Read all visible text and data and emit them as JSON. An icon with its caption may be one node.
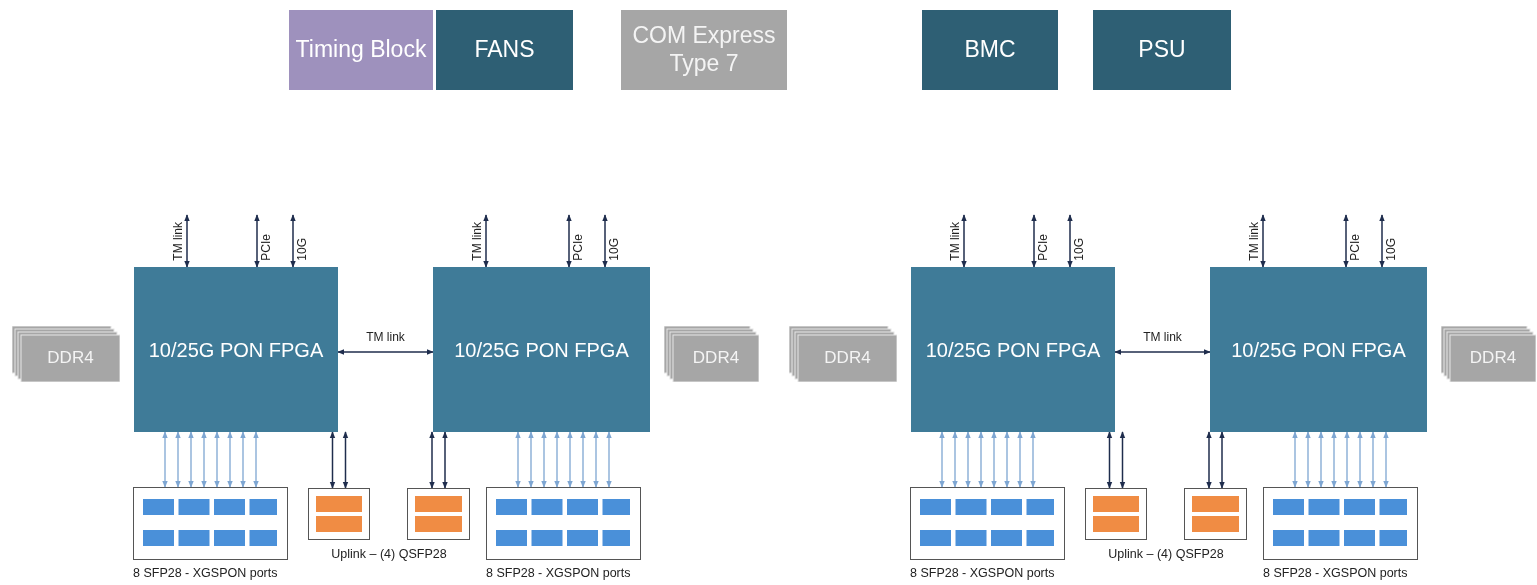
{
  "diagram": {
    "nodes": [
      {
        "text": [
          "Timing Block"
        ]
      },
      {
        "text": [
          "FANS"
        ]
      },
      {
        "text": [
          "COM Express Type 7"
        ]
      },
      {
        "text": [
          "BMC"
        ]
      },
      {
        "text": [
          "PSU"
        ]
      },
      {
        "text": [
          "DDR4"
        ]
      },
      {
        "text": [
          "10/25G PON FPGA"
        ]
      },
      {
        "text": [
          "10/25G PON FPGA"
        ]
      },
      {
        "text": [
          "DDR4"
        ]
      },
      {
        "text": [],
        "shape": "box",
        "beside": [
          "8 SFP28 - XGSPON ports"
        ]
      },
      {
        "text": [],
        "shape": "box"
      },
      {
        "text": [],
        "shape": "box"
      },
      {
        "text": [],
        "shape": "box",
        "beside": [
          "8 SFP28 - XGSPON ports"
        ]
      },
      {
        "text": [
          "DDR4"
        ]
      },
      {
        "text": [
          "10/25G PON FPGA"
        ]
      },
      {
        "text": [
          "10/25G PON FPGA"
        ]
      },
      {
        "text": [
          "DDR4"
        ]
      },
      {
        "text": [],
        "shape": "box",
        "beside": [
          "8 SFP28 - XGSPON ports"
        ]
      },
      {
        "text": [],
        "shape": "box"
      },
      {
        "text": [],
        "shape": "box"
      },
      {
        "text": [],
        "shape": "box",
        "beside": [
          "8 SFP28 - XGSPON ports"
        ]
      }
    ],
    "edges": [
      {
        "from": null,
        "to": 6,
        "arrow": "both",
        "label": "TM link",
        "color": "#1f2d4d"
      },
      {
        "from": null,
        "to": 6,
        "arrow": "both",
        "label": "PCIe",
        "color": "#1f2d4d"
      },
      {
        "from": null,
        "to": 6,
        "arrow": "both",
        "label": "10G",
        "color": "#1f2d4d"
      },
      {
        "from": null,
        "to": 7,
        "arrow": "both",
        "label": "TM link",
        "color": "#1f2d4d"
      },
      {
        "from": null,
        "to": 7,
        "arrow": "both",
        "label": "PCIe",
        "color": "#1f2d4d"
      },
      {
        "from": null,
        "to": 7,
        "arrow": "both",
        "label": "10G",
        "color": "#1f2d4d"
      },
      {
        "from": 6,
        "to": 7,
        "arrow": "both",
        "label": "TM link",
        "color": "#1f2d4d"
      },
      {
        "from": 6,
        "to": 9,
        "arrow": "both"
      },
      {
        "from": 6,
        "to": 9,
        "arrow": "both"
      },
      {
        "from": 6,
        "to": 9,
        "arrow": "both"
      },
      {
        "from": 6,
        "to": 9,
        "arrow": "both"
      },
      {
        "from": 6,
        "to": 9,
        "arrow": "both"
      },
      {
        "from": 6,
        "to": 9,
        "arrow": "both"
      },
      {
        "from": 6,
        "to": 9,
        "arrow": "both"
      },
      {
        "from": 6,
        "to": 9,
        "arrow": "both"
      },
      {
        "from": 6,
        "to": 10,
        "arrow": "both",
        "color": "#1f2d4d"
      },
      {
        "from": 6,
        "to": 10,
        "arrow": "both",
        "color": "#1f2d4d"
      },
      {
        "from": 7,
        "to": 11,
        "arrow": "both",
        "color": "#1f2d4d"
      },
      {
        "from": 7,
        "to": 11,
        "arrow": "both",
        "color": "#1f2d4d"
      },
      {
        "from": 7,
        "to": 12,
        "arrow": "both"
      },
      {
        "from": 7,
        "to": 12,
        "arrow": "both"
      },
      {
        "from": 7,
        "to": 12,
        "arrow": "both"
      },
      {
        "from": 7,
        "to": 12,
        "arrow": "both"
      },
      {
        "from": 7,
        "to": 12,
        "arrow": "both"
      },
      {
        "from": 7,
        "to": 12,
        "arrow": "both"
      },
      {
        "from": 7,
        "to": 12,
        "arrow": "both"
      },
      {
        "from": 7,
        "to": 12,
        "arrow": "both"
      },
      {
        "from": null,
        "to": 14,
        "arrow": "both",
        "label": "TM link",
        "color": "#1f2d4d"
      },
      {
        "from": null,
        "to": 14,
        "arrow": "both",
        "label": "PCIe",
        "color": "#1f2d4d"
      },
      {
        "from": null,
        "to": 14,
        "arrow": "both",
        "label": "10G",
        "color": "#1f2d4d"
      },
      {
        "from": null,
        "to": 15,
        "arrow": "both",
        "label": "TM link",
        "color": "#1f2d4d"
      },
      {
        "from": null,
        "to": 15,
        "arrow": "both",
        "label": "PCIe",
        "color": "#1f2d4d"
      },
      {
        "from": null,
        "to": 15,
        "arrow": "both",
        "label": "10G",
        "color": "#1f2d4d"
      },
      {
        "from": 14,
        "to": 15,
        "arrow": "both",
        "label": "TM link",
        "color": "#1f2d4d"
      },
      {
        "from": 14,
        "to": 17,
        "arrow": "both"
      },
      {
        "from": 14,
        "to": 17,
        "arrow": "both"
      },
      {
        "from": 14,
        "to": 17,
        "arrow": "both"
      },
      {
        "from": 14,
        "to": 17,
        "arrow": "both"
      },
      {
        "from": 14,
        "to": 17,
        "arrow": "both"
      },
      {
        "from": 14,
        "to": 17,
        "arrow": "both"
      },
      {
        "from": 14,
        "to": 17,
        "arrow": "both"
      },
      {
        "from": 14,
        "to": 17,
        "arrow": "both"
      },
      {
        "from": 14,
        "to": 18,
        "arrow": "both",
        "color": "#1f2d4d"
      },
      {
        "from": 14,
        "to": 18,
        "arrow": "both",
        "color": "#1f2d4d"
      },
      {
        "from": 15,
        "to": 19,
        "arrow": "both",
        "color": "#1f2d4d"
      },
      {
        "from": 15,
        "to": 19,
        "arrow": "both",
        "color": "#1f2d4d"
      },
      {
        "from": 15,
        "to": 20,
        "arrow": "both"
      },
      {
        "from": 15,
        "to": 20,
        "arrow": "both"
      },
      {
        "from": 15,
        "to": 20,
        "arrow": "both"
      },
      {
        "from": 15,
        "to": 20,
        "arrow": "both"
      },
      {
        "from": 15,
        "to": 20,
        "arrow": "both"
      },
      {
        "from": 15,
        "to": 20,
        "arrow": "both"
      },
      {
        "from": 15,
        "to": 20,
        "arrow": "both"
      },
      {
        "from": 15,
        "to": 20,
        "arrow": "both"
      }
    ],
    "labels": [
      "Uplink – (4) QSFP28",
      "Uplink – (4) QSFP28"
    ]
  }
}
